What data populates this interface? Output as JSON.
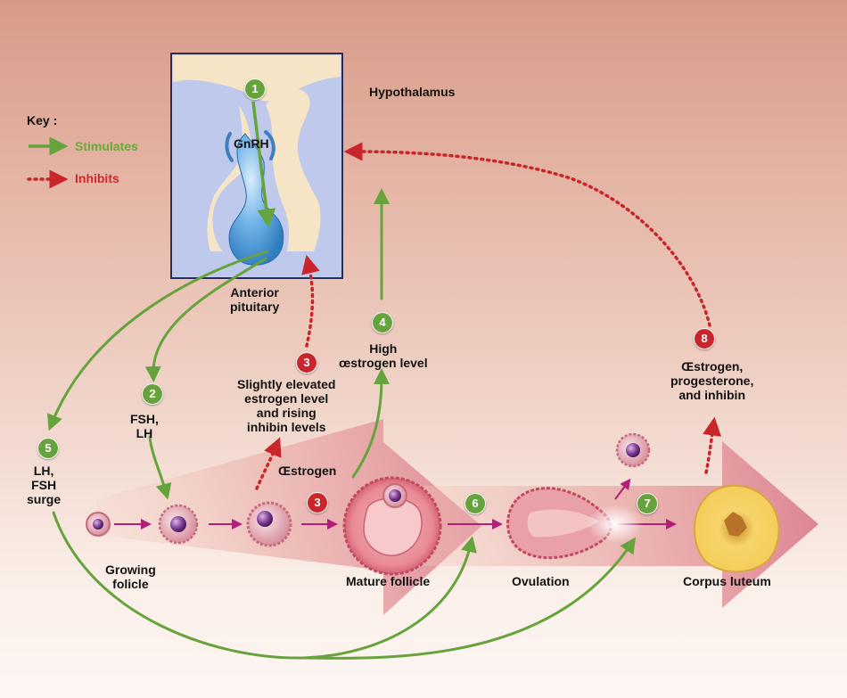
{
  "key": {
    "title": "Key :",
    "stimulates": "Stimulates",
    "inhibits": "Inhibits"
  },
  "labels": {
    "hypothalamus": "Hypothalamus",
    "gnrh": "GnRH",
    "anterior_pituitary": "Anterior\npituitary",
    "fsh_lh": "FSH,\nLH",
    "lh_fsh_surge": "LH,\nFSH\nsurge",
    "slightly_elevated": "Slightly elevated\nestrogen level\nand rising\ninhibin levels",
    "high_estrogen": "High\nœstrogen level",
    "oestrogen": "Œstrogen",
    "estrogen_progesterone_inhibin": "Œstrogen,\nprogesterone,\nand inhibin",
    "growing_follicle": "Growing\nfolicle",
    "mature_follicle": "Mature follicle",
    "ovulation": "Ovulation",
    "corpus_luteum": "Corpus luteum"
  },
  "steps": {
    "s1": "1",
    "s2": "2",
    "s3a": "3",
    "s3b": "3",
    "s4": "4",
    "s5": "5",
    "s6": "6",
    "s7": "7",
    "s8": "8"
  },
  "colors": {
    "stimulates": "#67a33c",
    "inhibits": "#c8262b",
    "progression_arrow": "#b0207a"
  }
}
